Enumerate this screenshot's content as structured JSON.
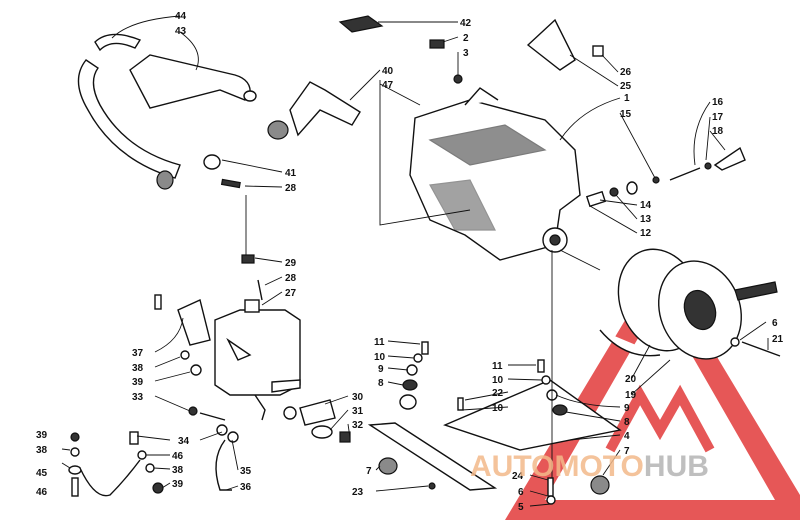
{
  "watermark": {
    "part1": "AUTO",
    "part2": "MOTO",
    "part3": "HUB",
    "color_primary": "#f3b98a",
    "color_secondary": "#b9b9b9",
    "color_triangle": "#e23a3a"
  },
  "callouts": [
    "44",
    "43",
    "42",
    "2",
    "3",
    "26",
    "25",
    "1",
    "15",
    "16",
    "17",
    "18",
    "40",
    "47",
    "41",
    "28",
    "14",
    "13",
    "12",
    "29",
    "28",
    "27",
    "37",
    "38",
    "39",
    "33",
    "34",
    "35",
    "36",
    "30",
    "31",
    "32",
    "11",
    "10",
    "9",
    "8",
    "7",
    "23",
    "11",
    "10",
    "22",
    "10",
    "9",
    "8",
    "4",
    "7",
    "24",
    "6",
    "5",
    "6",
    "21",
    "20",
    "19",
    "39",
    "38",
    "45",
    "46",
    "46",
    "38",
    "39"
  ]
}
